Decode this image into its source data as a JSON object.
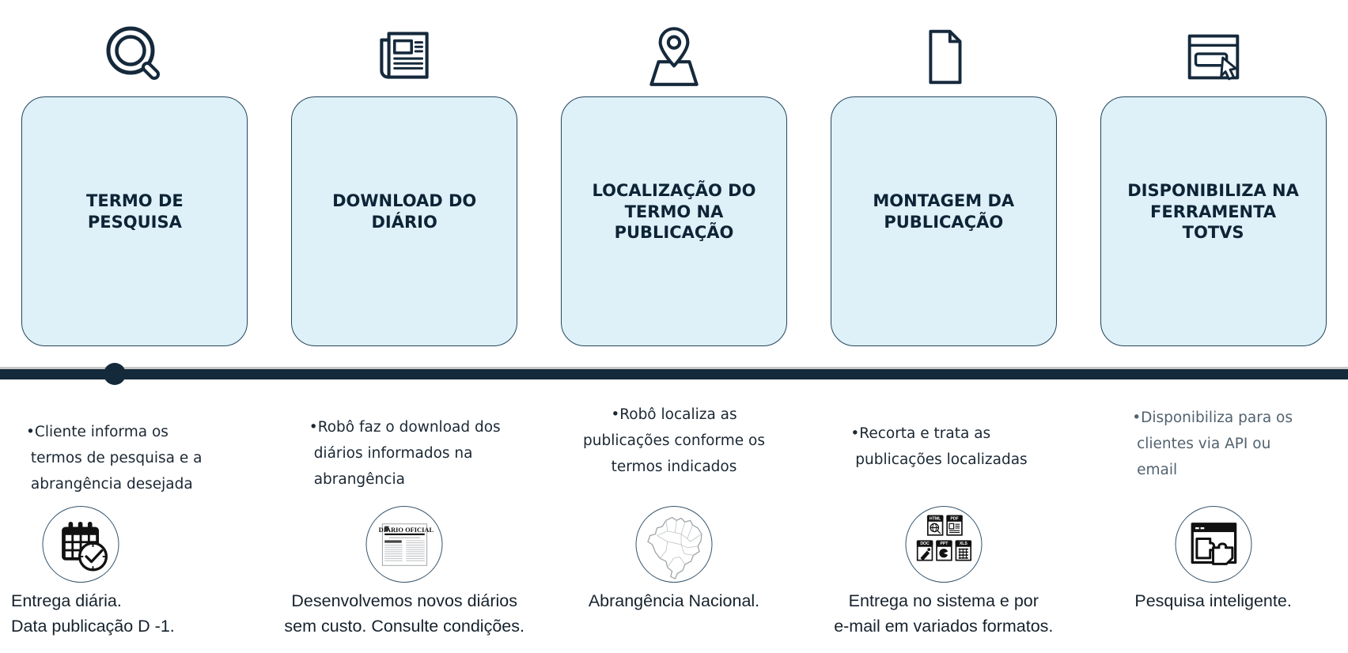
{
  "theme": {
    "card_background": "#def0f8",
    "card_border": "#24465c",
    "title_color": "#0d2436",
    "timeline_color": "#14293a",
    "text_color": "#1b2733",
    "muted_text_color": "#51626f",
    "icon_stroke": "#15293b"
  },
  "steps": [
    {
      "title": "TERMO DE\nPESQUISA",
      "top_icon": "search",
      "bullet": "•Cliente informa os\n termos de pesquisa e a\n abrangência desejada",
      "badge_icon": "calendar-clock-check",
      "caption": "Entrega diária.\nData publicação D -1."
    },
    {
      "title": "DOWNLOAD DO\nDIÁRIO",
      "top_icon": "newspaper",
      "bullet": "•Robô faz o download dos\n diários informados na\n abrangência",
      "badge_icon": "diario-oficial-page",
      "caption": "Desenvolvemos novos diários\nsem custo. Consulte condições."
    },
    {
      "title": "LOCALIZAÇÃO DO\nTERMO NA\nPUBLICAÇÃO",
      "top_icon": "map-pin",
      "bullet": "•Robô localiza as\npublicações conforme os\ntermos indicados",
      "badge_icon": "brazil-map",
      "caption": "Abrangência Nacional."
    },
    {
      "title": "MONTAGEM DA\nPUBLICAÇÃO",
      "top_icon": "document",
      "bullet": "•Recorta e trata as\n publicações localizadas",
      "badge_icon": "file-formats",
      "caption": "Entrega no sistema e por\ne-mail em variados formatos."
    },
    {
      "title": "DISPONIBILIZA NA\nFERRAMENTA\nTOTVS",
      "top_icon": "browser-cursor",
      "bullet": "•Disponibiliza para os\n clientes via API ou\n email",
      "badge_icon": "browser-puzzle",
      "caption": "Pesquisa inteligente."
    }
  ],
  "badges": {
    "diario_masthead": "DIÁRIO OFICIAL",
    "file_labels": [
      "HTML",
      "PDF",
      "DOC",
      "PPT",
      "XLS"
    ]
  }
}
